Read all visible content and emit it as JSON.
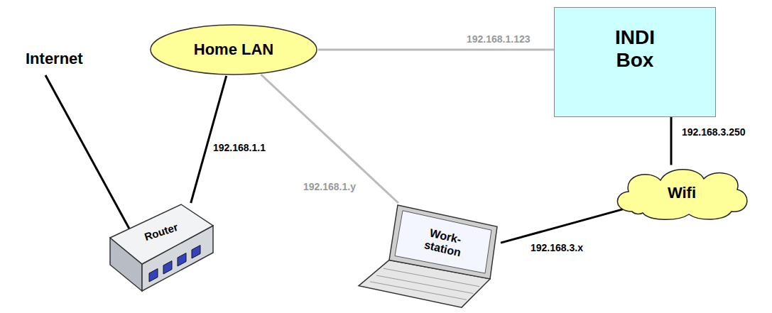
{
  "diagram": {
    "nodes": [
      {
        "text": [
          "Home LAN"
        ]
      },
      {
        "text": [
          "INDI Box"
        ]
      },
      {
        "text": [
          "Router"
        ]
      },
      {
        "text": [
          "Wifi"
        ]
      },
      {
        "text": [
          "Work- station"
        ]
      }
    ],
    "edges": [
      {
        "from": 2,
        "to": 0,
        "arrow": "none",
        "label": "192.168.1.1"
      },
      {
        "from": 0,
        "to": 1,
        "arrow": "none",
        "label": "192.168.1.123"
      },
      {
        "from": 0,
        "to": 4,
        "arrow": "none",
        "label": "192.168.1.y"
      },
      {
        "from": 1,
        "to": 3,
        "arrow": "none",
        "label": "192.168.3.250"
      },
      {
        "from": 4,
        "to": 3,
        "arrow": "none",
        "label": "192.168.3.x"
      }
    ],
    "labels": [
      "Internet"
    ]
  }
}
